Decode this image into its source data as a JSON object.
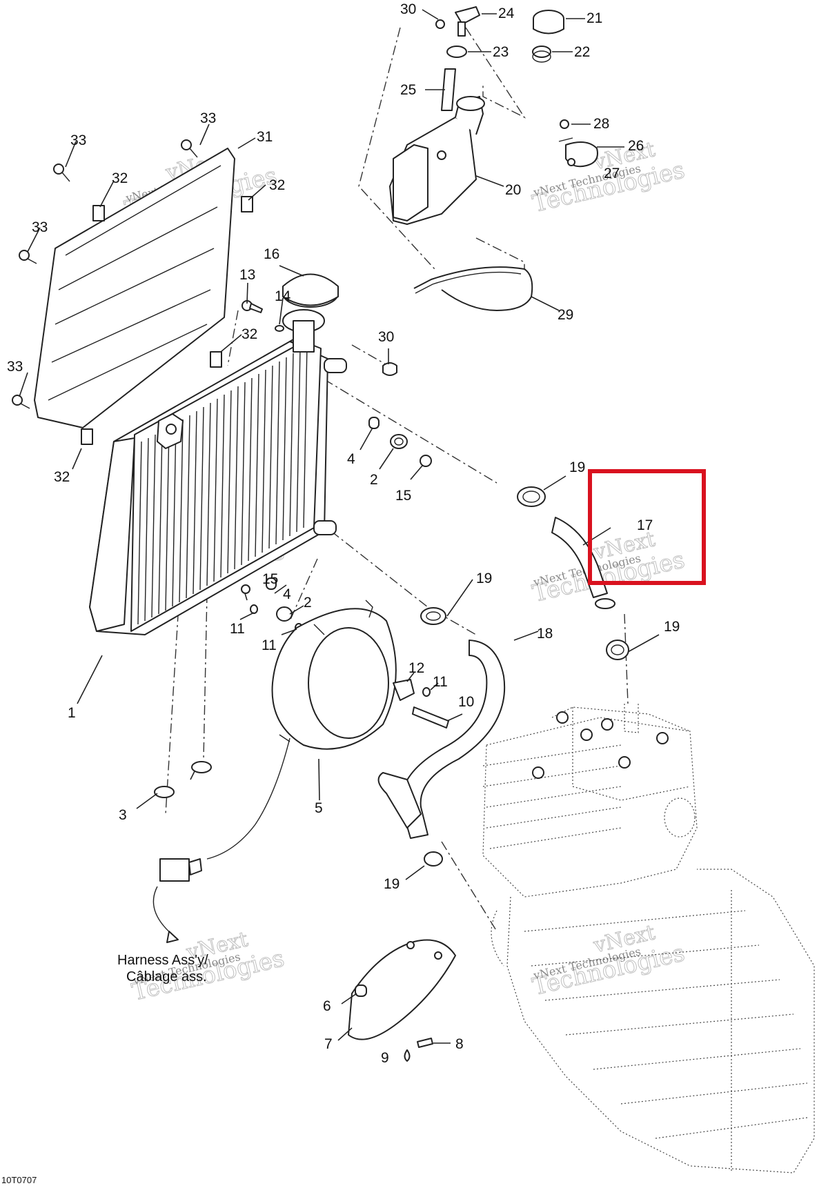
{
  "callouts": [
    {
      "id": "c30a",
      "text": "30"
    },
    {
      "id": "c24",
      "text": "24"
    },
    {
      "id": "c21",
      "text": "21"
    },
    {
      "id": "c23",
      "text": "23"
    },
    {
      "id": "c22",
      "text": "22"
    },
    {
      "id": "c25",
      "text": "25"
    },
    {
      "id": "c28",
      "text": "28"
    },
    {
      "id": "c26",
      "text": "26"
    },
    {
      "id": "c27",
      "text": "27"
    },
    {
      "id": "c20",
      "text": "20"
    },
    {
      "id": "c33a",
      "text": "33"
    },
    {
      "id": "c33b",
      "text": "33"
    },
    {
      "id": "c31",
      "text": "31"
    },
    {
      "id": "c32a",
      "text": "32"
    },
    {
      "id": "c32b",
      "text": "32"
    },
    {
      "id": "c33c",
      "text": "33"
    },
    {
      "id": "c16",
      "text": "16"
    },
    {
      "id": "c13",
      "text": "13"
    },
    {
      "id": "c14",
      "text": "14"
    },
    {
      "id": "c29",
      "text": "29"
    },
    {
      "id": "c32c",
      "text": "32"
    },
    {
      "id": "c30b",
      "text": "30"
    },
    {
      "id": "c33d",
      "text": "33"
    },
    {
      "id": "c32d",
      "text": "32"
    },
    {
      "id": "c4a",
      "text": "4"
    },
    {
      "id": "c2a",
      "text": "2"
    },
    {
      "id": "c15a",
      "text": "15"
    },
    {
      "id": "c19a",
      "text": "19"
    },
    {
      "id": "c17",
      "text": "17"
    },
    {
      "id": "c15b",
      "text": "15"
    },
    {
      "id": "c4b",
      "text": "4"
    },
    {
      "id": "c2b",
      "text": "2"
    },
    {
      "id": "c11a",
      "text": "11"
    },
    {
      "id": "c11b",
      "text": "11"
    },
    {
      "id": "c19b",
      "text": "19"
    },
    {
      "id": "c18",
      "text": "18"
    },
    {
      "id": "c19c",
      "text": "19"
    },
    {
      "id": "c12",
      "text": "12"
    },
    {
      "id": "c11c",
      "text": "11"
    },
    {
      "id": "c10",
      "text": "10"
    },
    {
      "id": "c1",
      "text": "1"
    },
    {
      "id": "c3",
      "text": "3"
    },
    {
      "id": "c5",
      "text": "5"
    },
    {
      "id": "c19d",
      "text": "19"
    },
    {
      "id": "c6",
      "text": "6"
    },
    {
      "id": "c7",
      "text": "7"
    },
    {
      "id": "c8",
      "text": "8"
    },
    {
      "id": "c9",
      "text": "9"
    }
  ],
  "harness_label": {
    "line1": "Harness Ass'y/",
    "line2": "Câblage ass."
  },
  "watermark": {
    "line1": "vNext",
    "line2": "Technologies",
    "small": "vNext Technologies"
  },
  "figure_ref": "10T0707",
  "highlight": {
    "color": "#d9121f"
  }
}
